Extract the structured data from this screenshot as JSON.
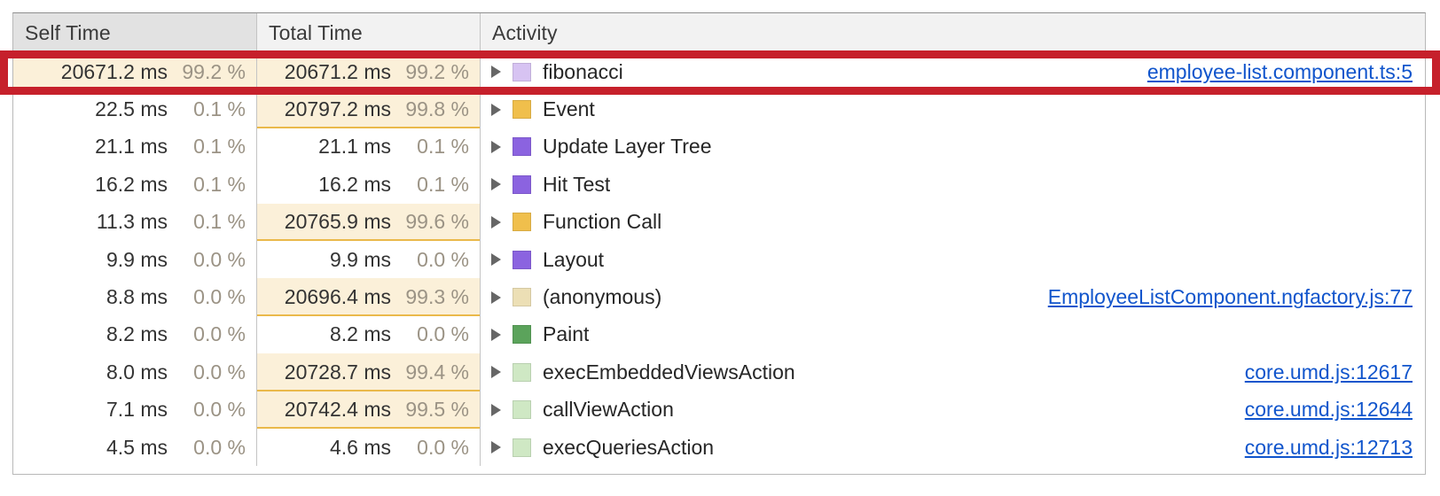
{
  "panel": {
    "kind": "bottom-up-performance-table"
  },
  "columns": [
    {
      "key": "self_time",
      "label": "Self Time",
      "sorted": true
    },
    {
      "key": "total_time",
      "label": "Total Time",
      "sorted": false
    },
    {
      "key": "activity",
      "label": "Activity",
      "sorted": false
    }
  ],
  "colors": {
    "highlight_box": "#c6202b",
    "bar_fill": "#fbf0d9",
    "bar_border": "#eab94a",
    "link": "#1155cc",
    "header_bg": "#f2f2f2",
    "header_sorted_bg": "#e2e2e2",
    "swatch_scripting_light": "#d7c3f2",
    "swatch_loading": "#f0bf4c",
    "swatch_rendering": "#8b63e0",
    "swatch_scripting_pale": "#ecdfb5",
    "swatch_painting": "#5ba35b",
    "swatch_gc": "#cfe8c4"
  },
  "rows": [
    {
      "self_ms": "20671.2 ms",
      "self_pct": "99.2 %",
      "self_bar_pct": 100,
      "total_ms": "20671.2 ms",
      "total_pct": "99.2 %",
      "total_bar_pct": 100,
      "activity": "fibonacci",
      "source": "employee-list.component.ts:5",
      "swatch": "#d7c3f2",
      "swatch_name": "scripting-light",
      "highlighted": true
    },
    {
      "self_ms": "22.5 ms",
      "self_pct": "0.1 %",
      "self_bar_pct": 0,
      "total_ms": "20797.2 ms",
      "total_pct": "99.8 %",
      "total_bar_pct": 100,
      "activity": "Event",
      "source": "",
      "swatch": "#f0bf4c",
      "swatch_name": "loading",
      "highlighted": false
    },
    {
      "self_ms": "21.1 ms",
      "self_pct": "0.1 %",
      "self_bar_pct": 0,
      "total_ms": "21.1 ms",
      "total_pct": "0.1 %",
      "total_bar_pct": 0,
      "activity": "Update Layer Tree",
      "source": "",
      "swatch": "#8b63e0",
      "swatch_name": "rendering",
      "highlighted": false
    },
    {
      "self_ms": "16.2 ms",
      "self_pct": "0.1 %",
      "self_bar_pct": 0,
      "total_ms": "16.2 ms",
      "total_pct": "0.1 %",
      "total_bar_pct": 0,
      "activity": "Hit Test",
      "source": "",
      "swatch": "#8b63e0",
      "swatch_name": "rendering",
      "highlighted": false
    },
    {
      "self_ms": "11.3 ms",
      "self_pct": "0.1 %",
      "self_bar_pct": 0,
      "total_ms": "20765.9 ms",
      "total_pct": "99.6 %",
      "total_bar_pct": 100,
      "activity": "Function Call",
      "source": "",
      "swatch": "#f0bf4c",
      "swatch_name": "loading",
      "highlighted": false
    },
    {
      "self_ms": "9.9 ms",
      "self_pct": "0.0 %",
      "self_bar_pct": 0,
      "total_ms": "9.9 ms",
      "total_pct": "0.0 %",
      "total_bar_pct": 0,
      "activity": "Layout",
      "source": "",
      "swatch": "#8b63e0",
      "swatch_name": "rendering",
      "highlighted": false
    },
    {
      "self_ms": "8.8 ms",
      "self_pct": "0.0 %",
      "self_bar_pct": 0,
      "total_ms": "20696.4 ms",
      "total_pct": "99.3 %",
      "total_bar_pct": 100,
      "activity": "(anonymous)",
      "source": "EmployeeListComponent.ngfactory.js:77",
      "swatch": "#ecdfb5",
      "swatch_name": "scripting-pale",
      "highlighted": false
    },
    {
      "self_ms": "8.2 ms",
      "self_pct": "0.0 %",
      "self_bar_pct": 0,
      "total_ms": "8.2 ms",
      "total_pct": "0.0 %",
      "total_bar_pct": 0,
      "activity": "Paint",
      "source": "",
      "swatch": "#5ba35b",
      "swatch_name": "painting",
      "highlighted": false
    },
    {
      "self_ms": "8.0 ms",
      "self_pct": "0.0 %",
      "self_bar_pct": 0,
      "total_ms": "20728.7 ms",
      "total_pct": "99.4 %",
      "total_bar_pct": 100,
      "activity": "execEmbeddedViewsAction",
      "source": "core.umd.js:12617",
      "swatch": "#cfe8c4",
      "swatch_name": "gc",
      "highlighted": false
    },
    {
      "self_ms": "7.1 ms",
      "self_pct": "0.0 %",
      "self_bar_pct": 0,
      "total_ms": "20742.4 ms",
      "total_pct": "99.5 %",
      "total_bar_pct": 100,
      "activity": "callViewAction",
      "source": "core.umd.js:12644",
      "swatch": "#cfe8c4",
      "swatch_name": "gc",
      "highlighted": false
    },
    {
      "self_ms": "4.5 ms",
      "self_pct": "0.0 %",
      "self_bar_pct": 0,
      "total_ms": "4.6 ms",
      "total_pct": "0.0 %",
      "total_bar_pct": 0,
      "activity": "execQueriesAction",
      "source": "core.umd.js:12713",
      "swatch": "#cfe8c4",
      "swatch_name": "gc",
      "highlighted": false
    }
  ],
  "annotation": {
    "name": "red-highlight-box",
    "target_row_index": 0
  }
}
